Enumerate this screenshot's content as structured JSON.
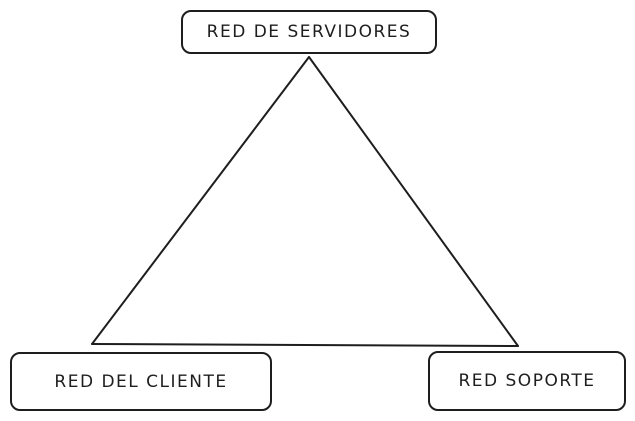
{
  "diagram": {
    "nodes": {
      "top": {
        "label": "RED DE SERVIDORES"
      },
      "left": {
        "label": "RED DEL CLIENTE"
      },
      "right": {
        "label": "RED SOPORTE"
      }
    },
    "edges": [
      {
        "from": "top",
        "to": "left"
      },
      {
        "from": "top",
        "to": "right"
      },
      {
        "from": "left",
        "to": "right"
      }
    ],
    "colors": {
      "stroke": "#1e1e1e",
      "background": "#ffffff"
    }
  }
}
